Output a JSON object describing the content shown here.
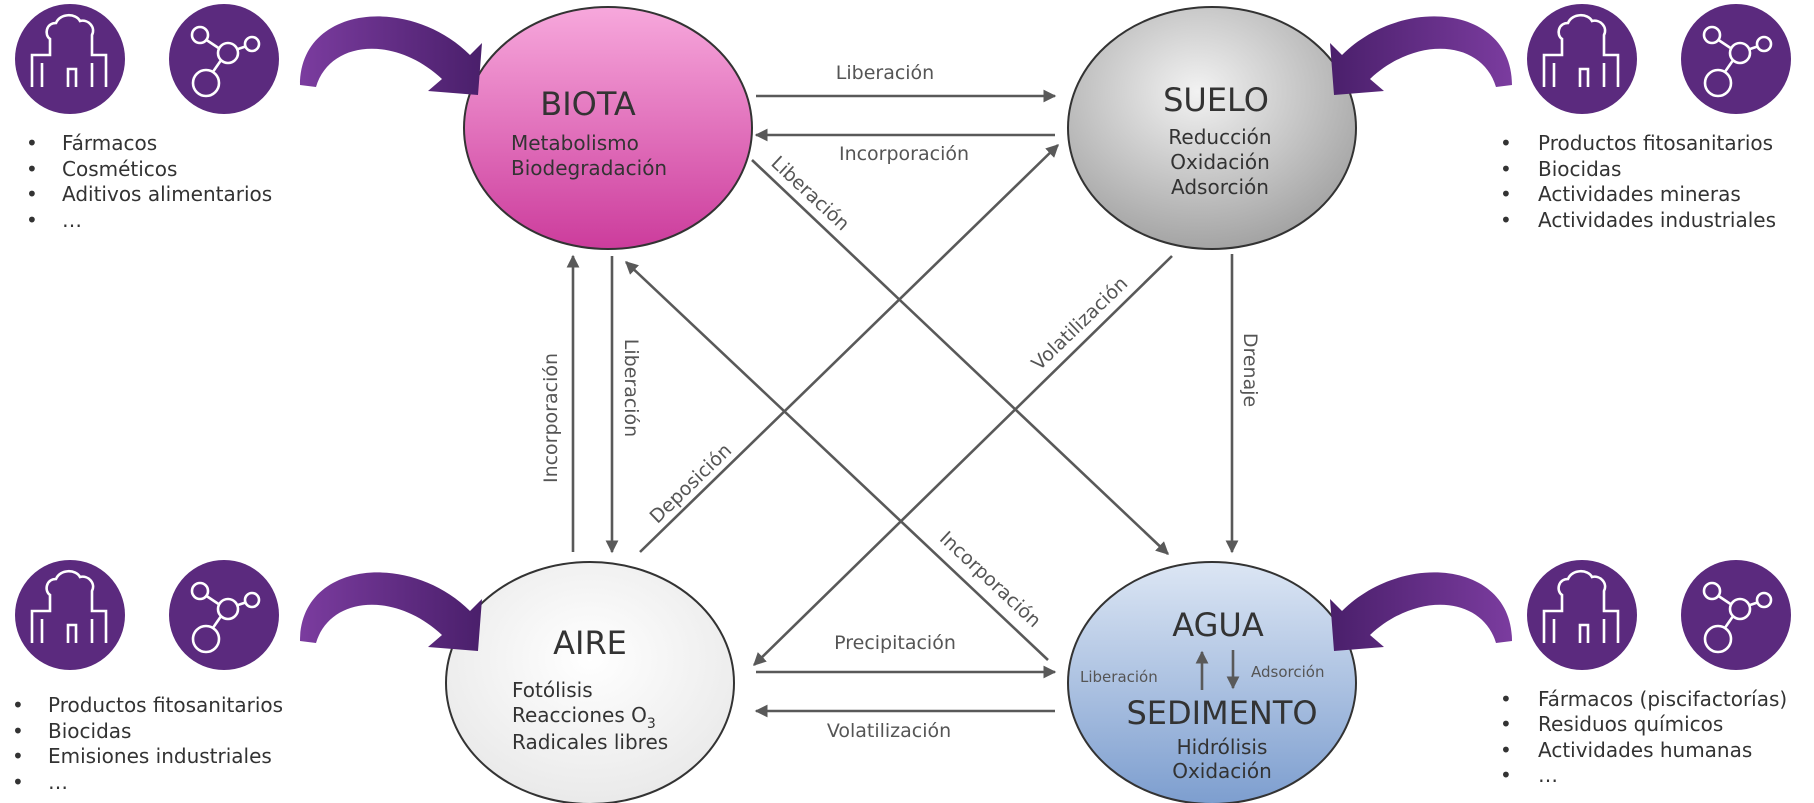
{
  "nodes": {
    "biota": {
      "title": "BIOTA",
      "processes": [
        "Metabolismo",
        "Biodegradación"
      ]
    },
    "suelo": {
      "title": "SUELO",
      "processes": [
        "Reducción",
        "Oxidación",
        "Adsorción"
      ]
    },
    "aire": {
      "title": "AIRE",
      "processes": [
        "Fotólisis",
        "Reacciones O",
        "Radicales libres"
      ],
      "ozone_subscript": "3"
    },
    "agua": {
      "title": "AGUA",
      "title2": "SEDIMENTO",
      "left_label": "Liberación",
      "right_label": "Adsorción",
      "processes": [
        "Hidrólisis",
        "Oxidación"
      ]
    }
  },
  "flows": {
    "biota_suelo_top": "Liberación",
    "suelo_biota": "Incorporación",
    "biota_agua": "Liberación",
    "biota_aire": "Liberación",
    "aire_biota": "Incorporación",
    "aire_suelo": "Deposición",
    "suelo_aire": "Volatilización",
    "suelo_agua": "Drenaje",
    "agua_biota": "Incorporación",
    "aire_agua": "Precipitación",
    "agua_aire": "Volatilización"
  },
  "sources": {
    "top_left": [
      "Fármacos",
      "Cosméticos",
      "Aditivos alimentarios",
      "…"
    ],
    "top_right": [
      "Productos fitosanitarios",
      "Biocidas",
      "Actividades mineras",
      "Actividades industriales"
    ],
    "bottom_left": [
      "Productos fitosanitarios",
      "Biocidas",
      "Emisiones industriales",
      "…"
    ],
    "bottom_right": [
      "Fármacos (piscifactorías)",
      "Residuos químicos",
      "Actividades humanas",
      "…"
    ]
  },
  "bullet": "•",
  "icons": [
    "factory-icon",
    "molecule-icon",
    "curved-arrow-icon"
  ],
  "colors": {
    "purple": "#5b2a7e",
    "biota": "#e066b8",
    "suelo": "#bdbdbd",
    "aire": "#f7f7f7",
    "agua": "#a9bedf",
    "arrow": "#595959"
  }
}
